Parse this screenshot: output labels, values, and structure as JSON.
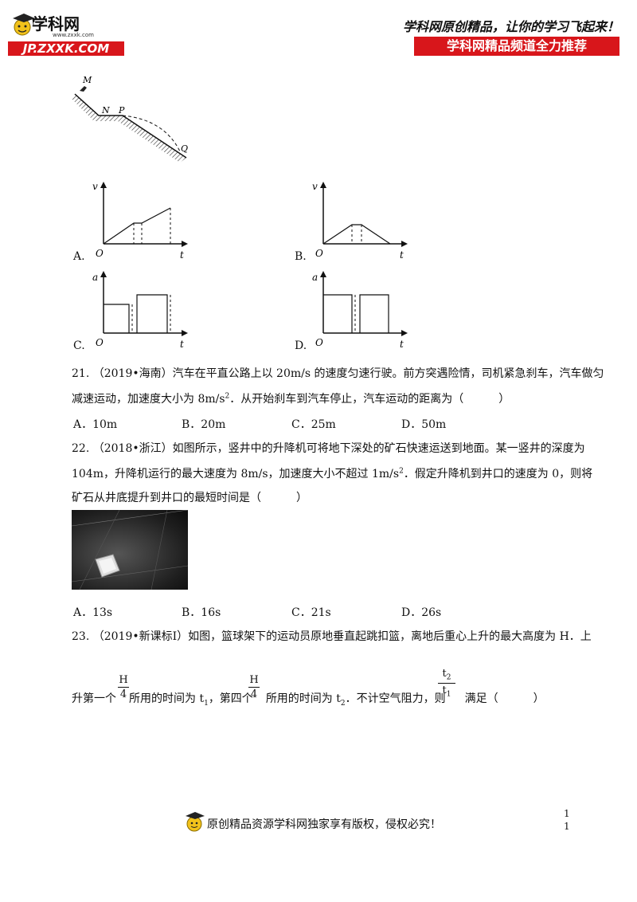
{
  "header": {
    "logo_name": "学科网",
    "logo_url": "www.zxxk.com",
    "logo_bar": "JP.ZXXK.COM",
    "slogan": "学科网原创精品，让你的学习飞起来！",
    "channel": "学科网精品频道全力推荐"
  },
  "slope_figure": {
    "labels": [
      "M",
      "N",
      "P",
      "Q"
    ]
  },
  "graph_options": [
    {
      "letter": "A.",
      "ylabel": "v",
      "xlabel": "t",
      "origin": "O"
    },
    {
      "letter": "B.",
      "ylabel": "v",
      "xlabel": "t",
      "origin": "O"
    },
    {
      "letter": "C.",
      "ylabel": "a",
      "xlabel": "t",
      "origin": "O"
    },
    {
      "letter": "D.",
      "ylabel": "a",
      "xlabel": "t",
      "origin": "O"
    }
  ],
  "q21": {
    "number": "21.",
    "source": "（2019•海南）",
    "line1": "汽车在平直公路上以 20m/s 的速度匀速行驶。前方突遇险情，司机紧急刹车，汽车做匀",
    "line2a": "减速运动，加速度大小为 8m/s",
    "line2b": "．从开始刹车到汽车停止，汽车运动的距离为（",
    "line2c": "）",
    "options": [
      "A．10m",
      "B．20m",
      "C．25m",
      "D．50m"
    ]
  },
  "q22": {
    "number": "22.",
    "source": "（2018•浙江）",
    "line1": "如图所示，竖井中的升降机可将地下深处的矿石快速运送到地面。某一竖井的深度为",
    "line2a": "104m，升降机运行的最大速度为 8m/s，加速度大小不超过 1m/s",
    "line2b": "．假定升降机到井口的速度为 0，则将",
    "line3a": "矿石从井底提升到井口的最短时间是（",
    "line3b": "）",
    "options": [
      "A．13s",
      "B．16s",
      "C．21s",
      "D．26s"
    ]
  },
  "q23": {
    "number": "23.",
    "source": "（2019•新课标Ⅰ）",
    "line1": "如图，篮球架下的运动员原地垂直起跳扣篮，离地后重心上升的最大高度为 H．上",
    "l2_a": "升第一个",
    "l2_b": "所用的时间为 t",
    "l2_c": "，第四个",
    "l2_d": "所用的时间为 t",
    "l2_e": "．不计空气阻力，则",
    "l2_f": "满足（",
    "l2_g": "）",
    "frac_num": "H",
    "frac_den": "4",
    "t1_sub": "1",
    "t2_sub": "2",
    "ratio_num": "t",
    "ratio_num_sub": "2",
    "ratio_den": "t",
    "ratio_den_sub": "1"
  },
  "footer": {
    "text": "原创精品资源学科网独家享有版权，侵权必究！",
    "page1": "1",
    "page2": "1"
  }
}
